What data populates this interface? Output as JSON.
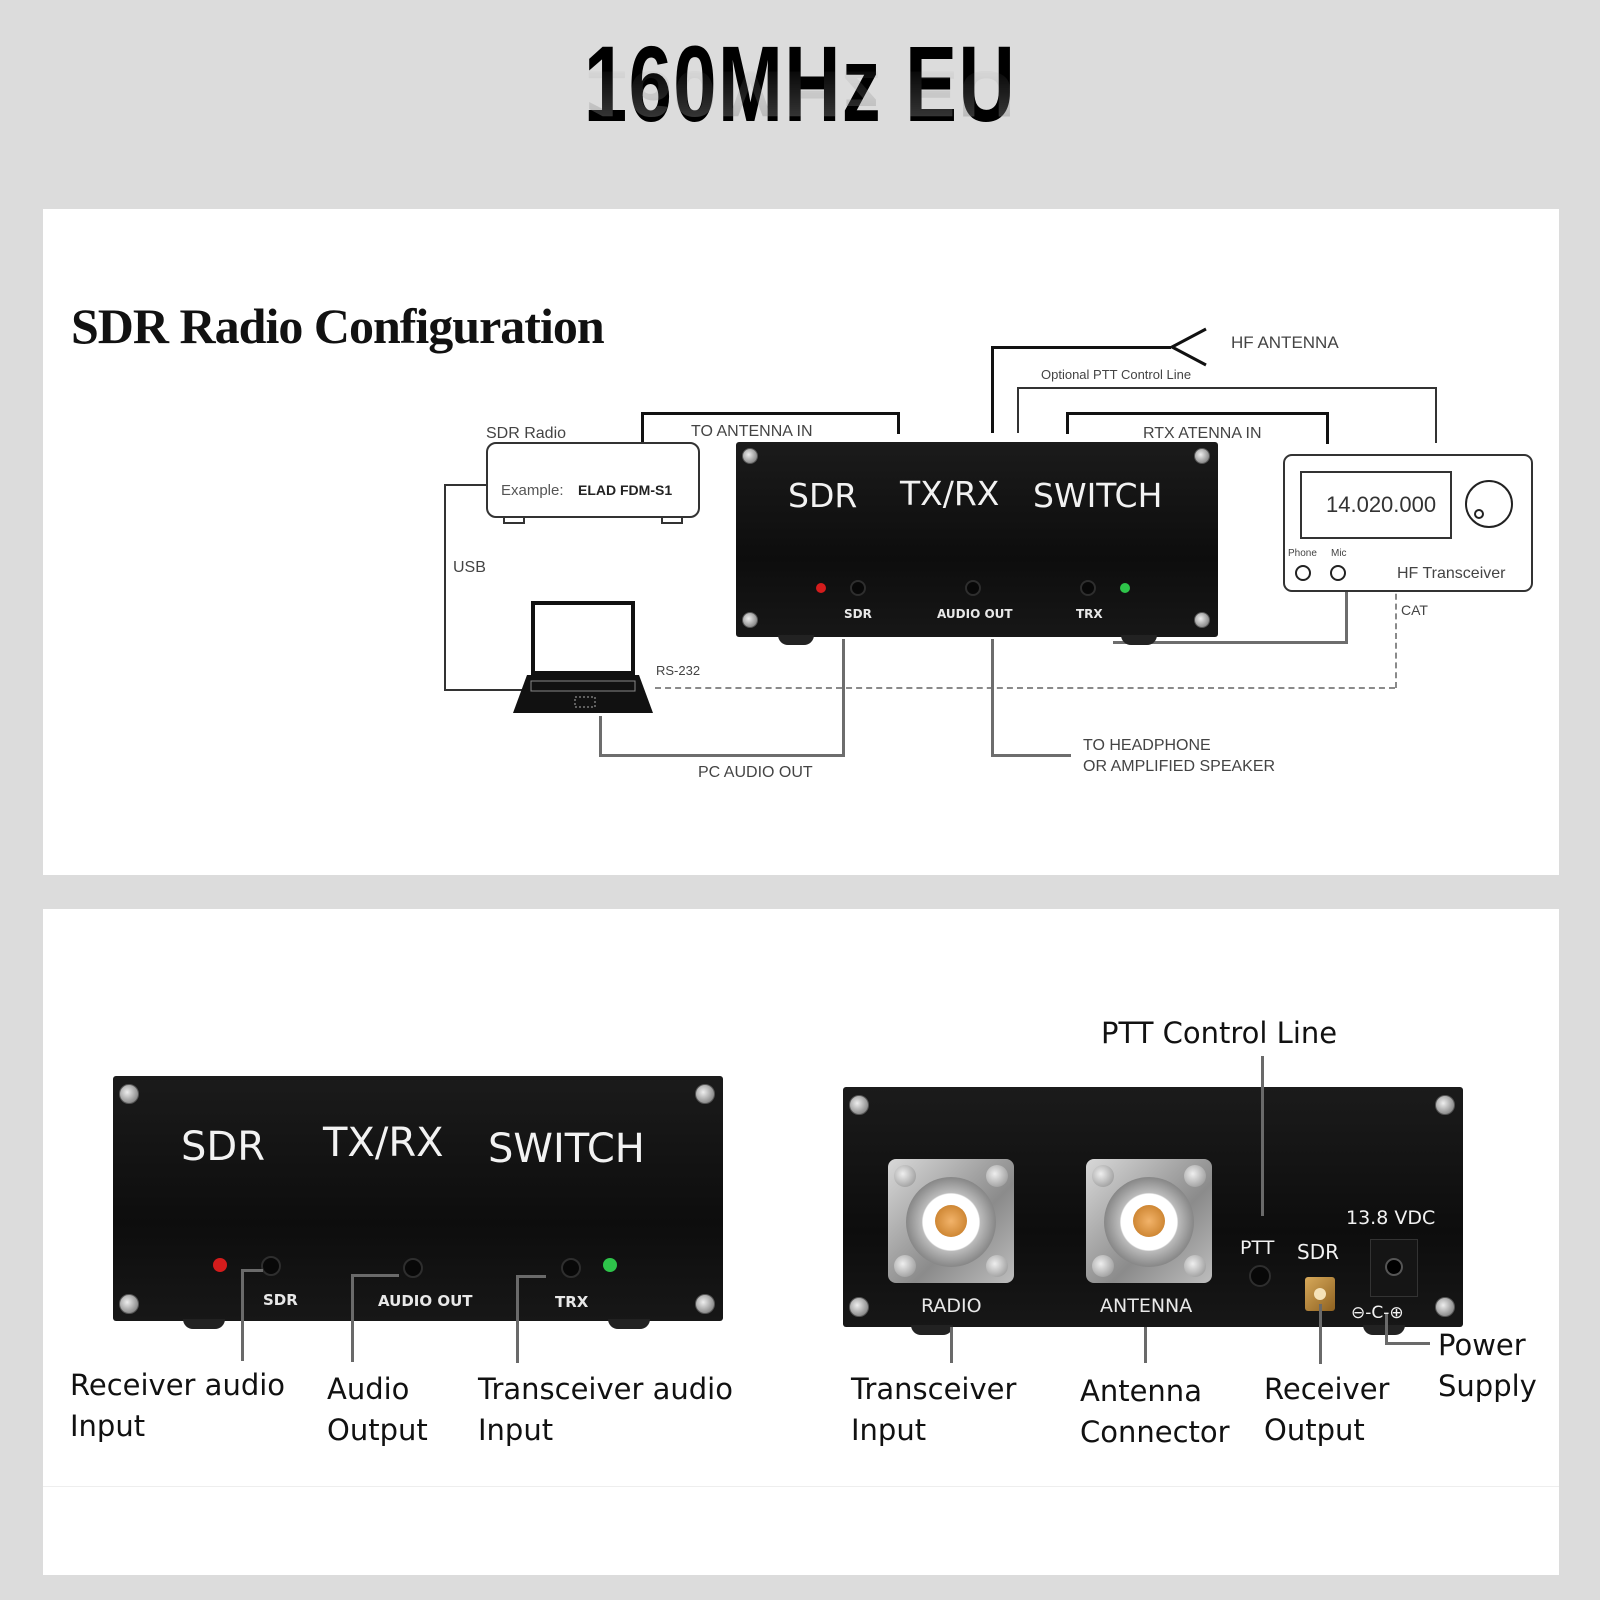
{
  "banner": {
    "title": "160MHz EU"
  },
  "diagram": {
    "title": "SDR Radio Configuration",
    "sdr_radio": {
      "label": "SDR Radio",
      "example_prefix": "Example:",
      "example_model": "ELAD FDM-S1"
    },
    "labels": {
      "to_antenna_in": "TO ANTENNA IN",
      "hf_antenna": "HF ANTENNA",
      "optional_ptt": "Optional PTT Control Line",
      "rtx_antenna_in": "RTX ATENNA IN",
      "usb": "USB",
      "rs232": "RS-232",
      "pc_audio_out": "PC AUDIO OUT",
      "to_headphone_1": "TO HEADPHONE",
      "to_headphone_2": "OR AMPLIFIED SPEAKER",
      "cat": "CAT"
    },
    "transceiver": {
      "frequency": "14.020.000",
      "phone": "Phone",
      "mic": "Mic",
      "name": "HF Transceiver"
    },
    "switch_front": {
      "word1": "SDR",
      "word2": "TX/RX",
      "word3": "SWITCH",
      "port_sdr": "SDR",
      "port_audio": "AUDIO OUT",
      "port_trx": "TRX",
      "led_left_color": "#d41c1c",
      "led_right_color": "#2ec44a"
    }
  },
  "front_panel": {
    "word1": "SDR",
    "word2": "TX/RX",
    "word3": "SWITCH",
    "port_sdr": "SDR",
    "port_audio": "AUDIO OUT",
    "port_trx": "TRX",
    "callouts": [
      {
        "line1": "Receiver audio",
        "line2": "Input"
      },
      {
        "line1": "Audio",
        "line2": "Output"
      },
      {
        "line1": "Transceiver audio",
        "line2": "Input"
      }
    ]
  },
  "rear_panel": {
    "ptt_callout": "PTT Control Line",
    "port_radio": "RADIO",
    "port_antenna": "ANTENNA",
    "port_ptt": "PTT",
    "port_sdr": "SDR",
    "power_rating": "13.8 VDC",
    "polarity": "⊖-C-⊕",
    "callouts": [
      {
        "line1": "Transceiver",
        "line2": "Input"
      },
      {
        "line1": "Antenna",
        "line2": "Connector"
      },
      {
        "line1": "Receiver",
        "line2": "Output"
      },
      {
        "line1": "Power",
        "line2": "Supply"
      }
    ]
  }
}
